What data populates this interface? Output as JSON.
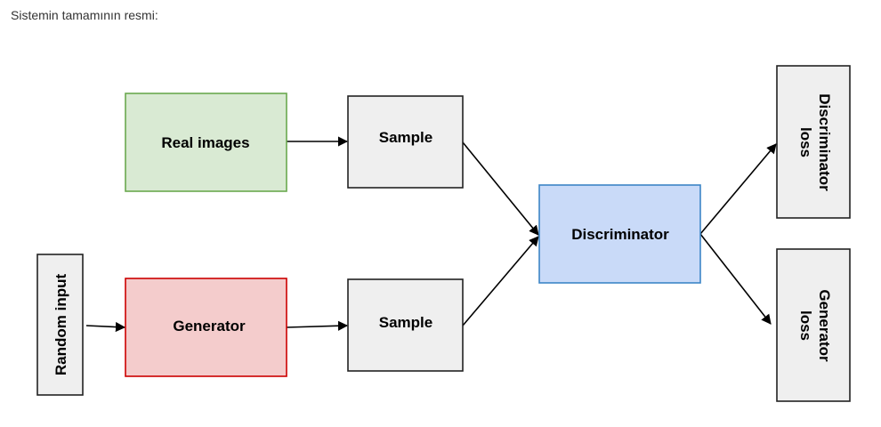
{
  "caption": "Sistemin tamamının resmi:",
  "nodes": {
    "real_images": {
      "label": "Real images",
      "fill": "#d9ead3",
      "stroke": "#6aa84f"
    },
    "generator": {
      "label": "Generator",
      "fill": "#f4cccc",
      "stroke": "#cc0000"
    },
    "sample_top": {
      "label": "Sample",
      "fill": "#efefef",
      "stroke": "#222222"
    },
    "sample_bottom": {
      "label": "Sample",
      "fill": "#efefef",
      "stroke": "#222222"
    },
    "discriminator": {
      "label": "Discriminator",
      "fill": "#c9daf8",
      "stroke": "#3d85c6"
    },
    "random_input": {
      "label": "Random input",
      "fill": "#efefef",
      "stroke": "#222222"
    },
    "discriminator_loss": {
      "label_line1": "Discriminator",
      "label_line2": "loss",
      "fill": "#efefef",
      "stroke": "#222222"
    },
    "generator_loss": {
      "label_line1": "Generator",
      "label_line2": "loss",
      "fill": "#efefef",
      "stroke": "#222222"
    }
  }
}
